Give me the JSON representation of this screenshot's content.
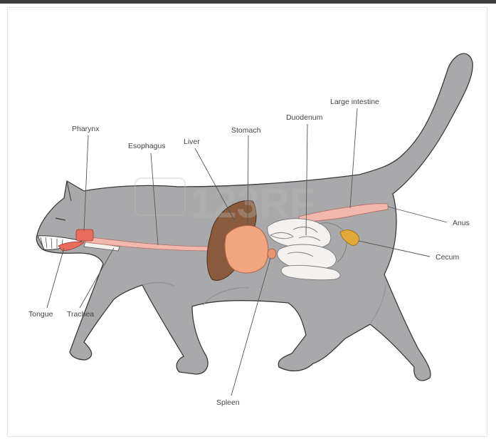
{
  "labels": {
    "pharynx": "Pharynx",
    "esophagus": "Esophagus",
    "liver": "Liver",
    "stomach": "Stomach",
    "duodenum": "Duodenum",
    "large_intestine": "Large intestine",
    "anus": "Anus",
    "cecum": "Cecum",
    "tongue": "Tongue",
    "trachea": "Trachea",
    "spleen": "Spleen"
  },
  "watermark": "123RF",
  "colors": {
    "body": "#a9a9ab",
    "outline": "#3a3a3a",
    "esophagus": "#f2b7ad",
    "pharynx": "#e86d5e",
    "liver": "#8a5a3c",
    "stomach": "#f2a57e",
    "intestine": "#f4f1ee",
    "cecum": "#e0a93a"
  }
}
